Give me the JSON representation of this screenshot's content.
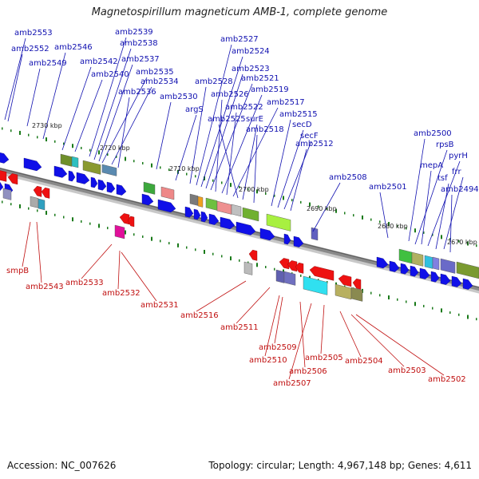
{
  "title": "Magnetospirillum magneticum AMB-1, complete genome",
  "footer": {
    "accession": "Accession: NC_007626",
    "summary": "Topology: circular; Length: 4,967,148 bp; Genes: 4,611"
  },
  "colors": {
    "forward_label": "#1010b0",
    "reverse_label": "#c01010",
    "forward_arrow": "#1010e8",
    "reverse_arrow": "#ee1111",
    "backbone": "#8a8a8a",
    "tick": "#1a7a1a"
  },
  "kbp_markers": [
    "2730 kbp",
    "2720 kbp",
    "2710 kbp",
    "2700 kbp",
    "2690 kbp",
    "2680 kbp",
    "2670 kbp"
  ],
  "forward_genes": [
    "amb2553",
    "amb2552",
    "amb2549",
    "amb2546",
    "amb2542",
    "amb2540",
    "amb2539",
    "amb2538",
    "amb2537",
    "amb2535",
    "amb2534",
    "amb2536",
    "amb2530",
    "argS",
    "amb2528",
    "amb2527",
    "amb2524",
    "amb2523",
    "amb2521",
    "amb2526",
    "amb2519",
    "amb2522",
    "amb2517",
    "amb2525",
    "surE",
    "amb2518",
    "amb2515",
    "secD",
    "secF",
    "amb2512",
    "amb2508",
    "amb2501",
    "amb2500",
    "rpsB",
    "mepA",
    "pyrH",
    "tsf",
    "frr",
    "amb2494"
  ],
  "reverse_genes": [
    "smpB",
    "amb2543",
    "amb2533",
    "amb2532",
    "amb2531",
    "amb2516",
    "amb2511",
    "amb2509",
    "amb2510",
    "amb2506",
    "amb2507",
    "amb2505",
    "amb2504",
    "amb2503",
    "amb2502"
  ]
}
